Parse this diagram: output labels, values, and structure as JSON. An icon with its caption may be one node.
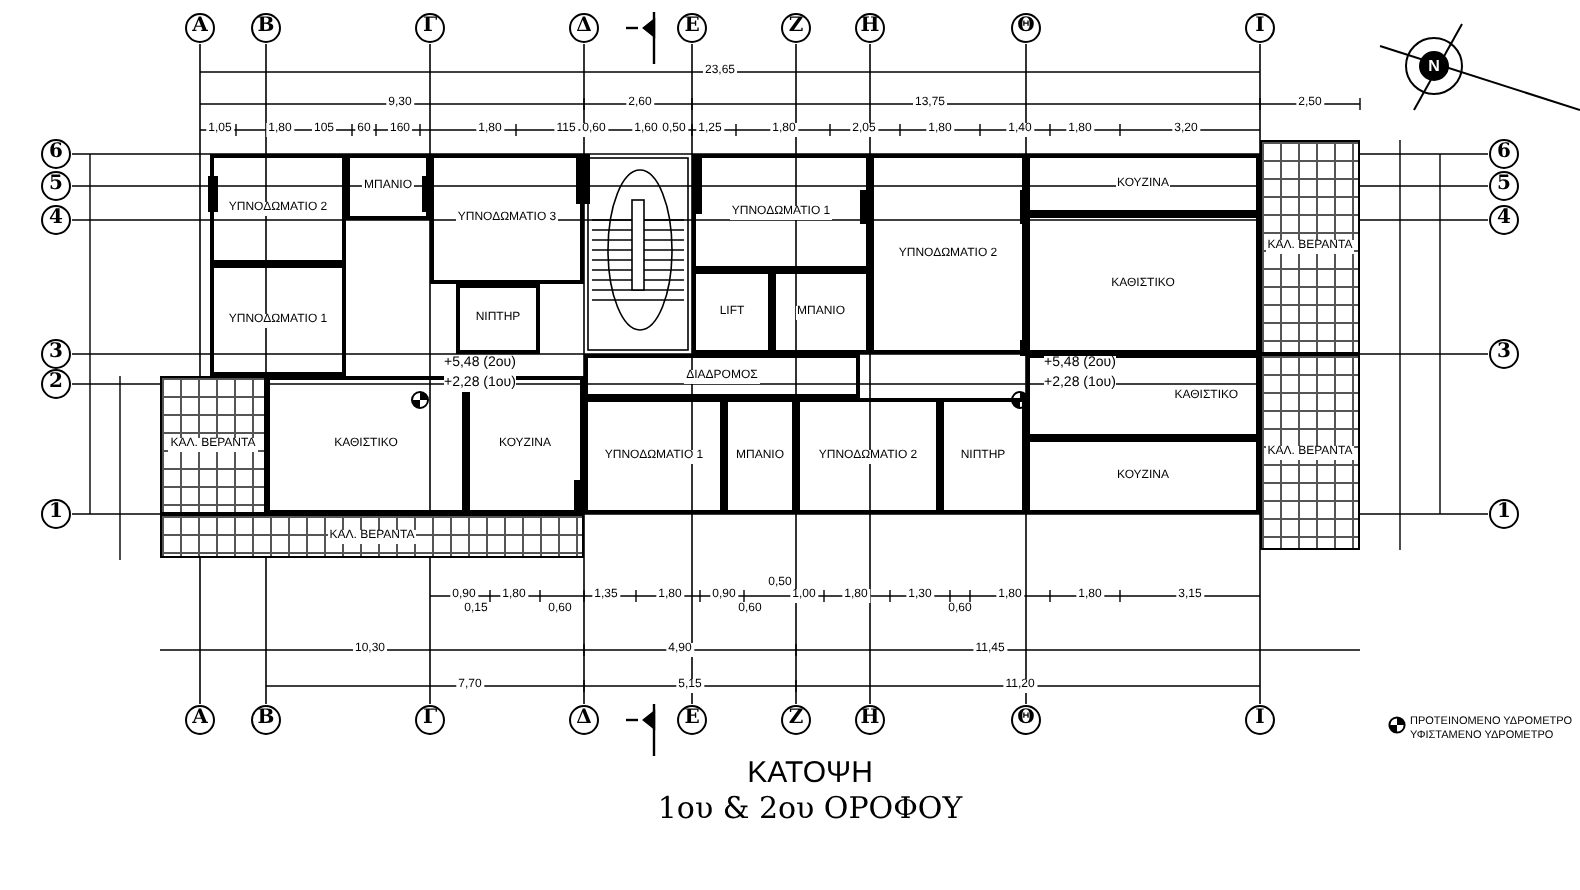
{
  "diagram": {
    "title": "ΚΑΤΟΨΗ",
    "caption": "1ου & 2ου ΟΡΟΦΟΥ",
    "nodes": [
      {
        "text": [
          "ΥΠΝΟΔΩΜΑΤΙΟ 2"
        ]
      },
      {
        "text": [
          "ΜΠΑΝΙΟ"
        ]
      },
      {
        "text": [
          "ΥΠΝΟΔΩΜΑΤΙΟ 3"
        ]
      },
      {
        "text": [
          "ΥΠΝΟΔΩΜΑΤΙΟ 1"
        ]
      },
      {
        "text": [
          "ΝΙΠΤΗΡ"
        ]
      },
      {
        "text": [
          "ΚΑΛ. ΒΕΡΑΝΤΑ"
        ]
      },
      {
        "text": [
          "ΚΑΘΙΣΤΙΚΟ"
        ]
      },
      {
        "text": [
          "ΚΟΥΖΙΝΑ"
        ]
      },
      {
        "text": [
          "ΚΑΛ. ΒΕΡΑΝΤΑ"
        ]
      },
      {
        "text": [
          "ΥΠΝΟΔΩΜΑΤΙΟ 1"
        ]
      },
      {
        "text": [
          "LIFT"
        ]
      },
      {
        "text": [
          "ΜΠΑΝΙΟ"
        ]
      },
      {
        "text": [
          "ΥΠΝΟΔΩΜΑΤΙΟ 2"
        ]
      },
      {
        "text": [
          "ΚΟΥΖΙΝΑ"
        ]
      },
      {
        "text": [
          "ΚΑΘΙΣΤΙΚΟ"
        ]
      },
      {
        "text": [
          "ΚΑΛ. ΒΕΡΑΝΤΑ"
        ]
      },
      {
        "text": [
          "ΔΙΑΔΡΟΜΟΣ"
        ]
      },
      {
        "text": [
          "ΥΠΝΟΔΩΜΑΤΙΟ 1"
        ]
      },
      {
        "text": [
          "ΜΠΑΝΙΟ"
        ]
      },
      {
        "text": [
          "ΥΠΝΟΔΩΜΑΤΙΟ 2"
        ]
      },
      {
        "text": [
          "ΝΙΠΤΗΡ"
        ]
      },
      {
        "text": [
          "ΚΑΘΙΣΤΙΚΟ"
        ]
      },
      {
        "text": [
          "ΚΟΥΖΙΝΑ"
        ]
      },
      {
        "text": [
          "ΚΑΛ. ΒΕΡΑΝΤΑ"
        ]
      }
    ],
    "labels": [
      "Α",
      "Β",
      "Γ",
      "Δ",
      "Ε",
      "Ζ",
      "Η",
      "Θ",
      "Ι",
      "23,65",
      "N",
      "9,30",
      "2,60",
      "13,75",
      "2,50",
      "1,05",
      "1,80",
      "105",
      "60",
      "160",
      "1,80",
      "115",
      "0,60",
      "1,60",
      "0,50",
      "1,25",
      "1,80",
      "2,05",
      "1,80",
      "1,40",
      "1,80",
      "3,20",
      "6",
      "6",
      "5",
      "5",
      "4",
      "4",
      "3",
      "3",
      "2",
      "1",
      "1",
      "+5,48 (2ου)",
      "+2,28 (1ου)",
      "+5,48 (2ου)",
      "+2,28 (1ου)",
      "0,90",
      "0,15",
      "1,80",
      "0,60",
      "1,35",
      "1,80",
      "0,90",
      "0,60",
      "0,50",
      "1,00",
      "1,80",
      "1,30",
      "0,60",
      "1,80",
      "1,80",
      "3,15",
      "10,30",
      "4,90",
      "11,45",
      "7,70",
      "5,15",
      "11,20",
      "Α",
      "Β",
      "Γ",
      "Δ",
      "Ε",
      "Ζ",
      "Η",
      "Θ",
      "Ι"
    ],
    "legend": [
      {
        "text": "ΠΡΟΤΕΙΝΟΜΕΝΟ ΥΔΡΟΜΕΤΡΟ"
      },
      {
        "text": "ΥΦΙΣΤΑΜΕΝΟ ΥΔΡΟΜΕΤΡΟ"
      }
    ]
  }
}
